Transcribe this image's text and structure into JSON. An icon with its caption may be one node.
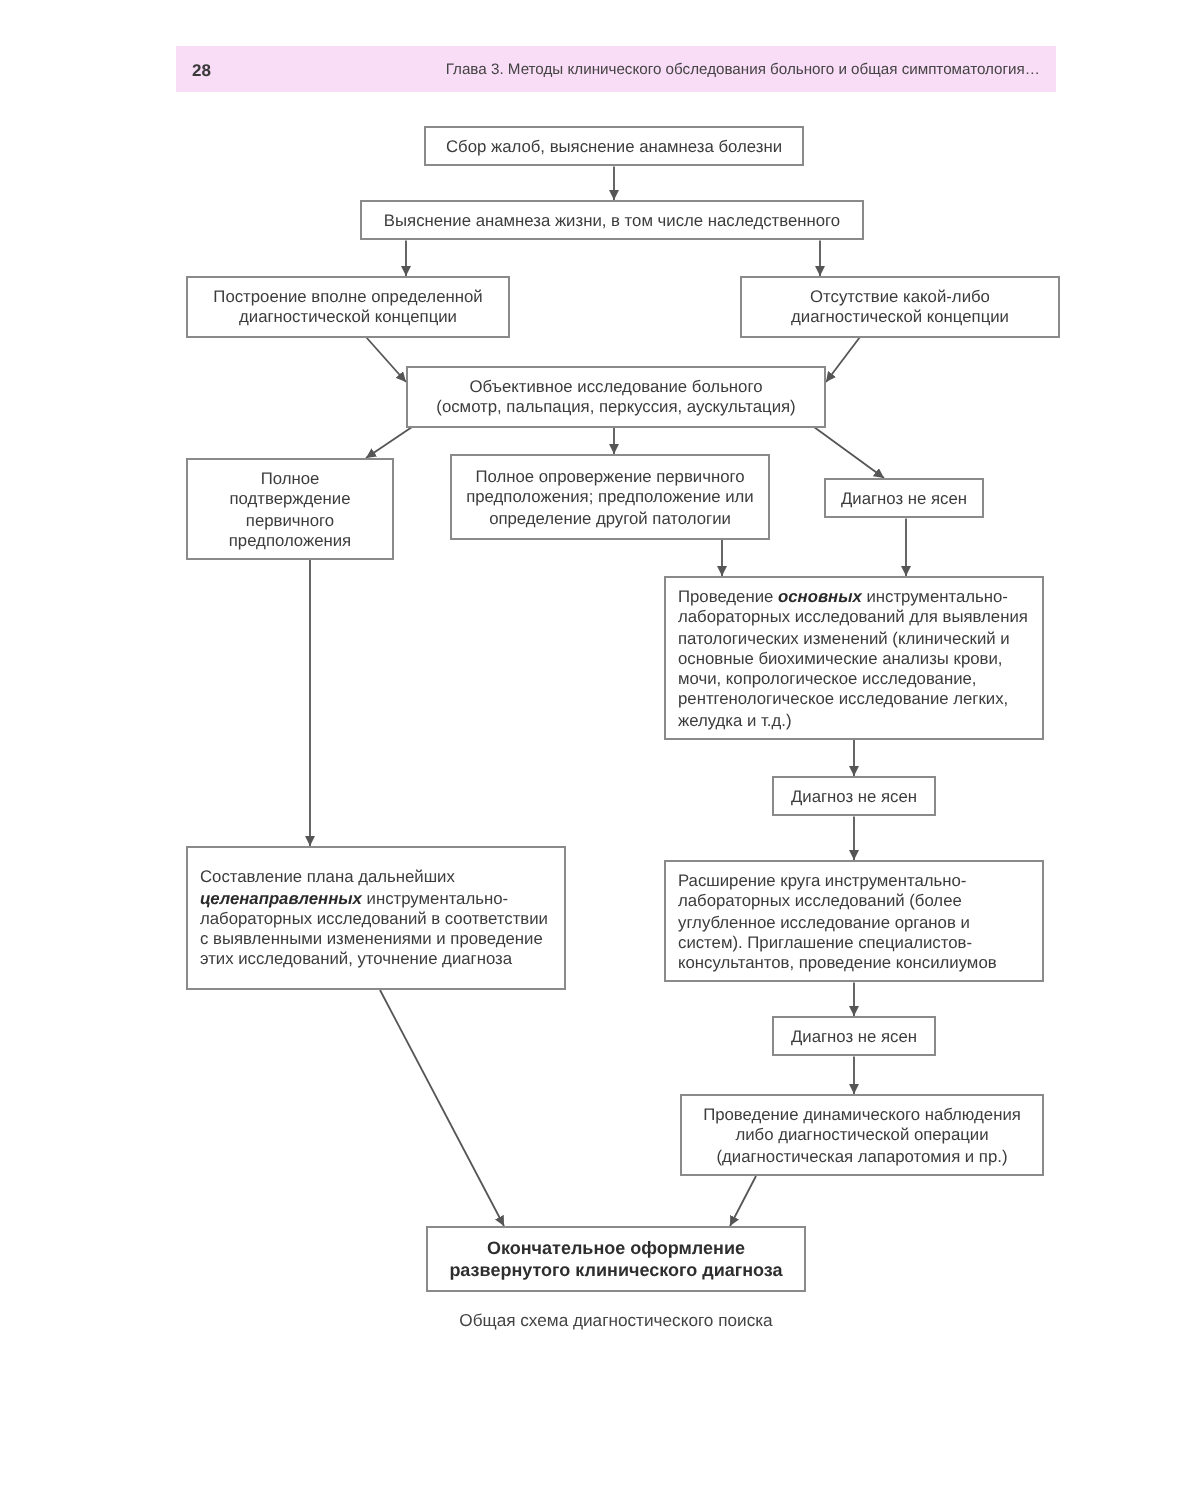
{
  "diagram": {
    "caption": "Общая схема диагностического поиска",
    "nodes": [
      {
        "text": [
          "Сбор жалоб, выяснение анамнеза болезни"
        ]
      },
      {
        "text": [
          "Выяснение анамнеза жизни, в том числе наследственного"
        ]
      },
      {
        "text": [
          "Построение вполне определенной диагностической концепции"
        ]
      },
      {
        "text": [
          "Отсутствие какой-либо диагностической концепции"
        ]
      },
      {
        "text": [
          "Объективное исследование больного",
          "(осмотр, пальпация, перкуссия, аускультация)"
        ]
      },
      {
        "text": [
          "Полное подтверждение первичного предположения"
        ]
      },
      {
        "text": [
          "Полное опровержение первичного предположения; предположение или определение другой патологии"
        ]
      },
      {
        "text": [
          "Диагноз не ясен"
        ]
      },
      {
        "text": [
          "Проведение **основных** инструментально-лабораторных исследований для выявления патологических изменений (клинический и основные биохимические анализы крови, мочи, копрологическое исследование, рентгенологическое исследование легких, желудка и т.д.)"
        ]
      },
      {
        "text": [
          "Диагноз не ясен"
        ]
      },
      {
        "text": [
          "Составление плана дальнейших **целенаправленных** инструментально-лабораторных исследований в соответствии с выявленными изменениями и проведение этих исследований, уточнение диагноза"
        ]
      },
      {
        "text": [
          "Расширение круга инструментально-лабораторных исследований (более углубленное исследование органов и систем). Приглашение специалистов-консультантов, проведение консилиумов"
        ]
      },
      {
        "text": [
          "Диагноз не ясен"
        ]
      },
      {
        "text": [
          "Проведение динамического наблюдения либо диагностической операции (диагностическая лапаротомия и пр.)"
        ]
      },
      {
        "text": [
          "Окончательное оформление развернутого клинического диагноза"
        ]
      }
    ],
    "edges": [
      {
        "from": 0,
        "to": 1,
        "arrow": "to"
      },
      {
        "from": 1,
        "to": 2,
        "arrow": "to"
      },
      {
        "from": 1,
        "to": 3,
        "arrow": "to"
      },
      {
        "from": 2,
        "to": 4,
        "arrow": "to"
      },
      {
        "from": 3,
        "to": 4,
        "arrow": "to"
      },
      {
        "from": 4,
        "to": 5,
        "arrow": "to"
      },
      {
        "from": 4,
        "to": 6,
        "arrow": "to"
      },
      {
        "from": 4,
        "to": 7,
        "arrow": "to"
      },
      {
        "from": 6,
        "to": 8,
        "arrow": "to"
      },
      {
        "from": 7,
        "to": 8,
        "arrow": "to"
      },
      {
        "from": 5,
        "to": 10,
        "arrow": "to"
      },
      {
        "from": 8,
        "to": 9,
        "arrow": "to"
      },
      {
        "from": 9,
        "to": 11,
        "arrow": "to"
      },
      {
        "from": 11,
        "to": 12,
        "arrow": "to"
      },
      {
        "from": 12,
        "to": 13,
        "arrow": "to"
      },
      {
        "from": 10,
        "to": 14,
        "arrow": "to"
      },
      {
        "from": 13,
        "to": 14,
        "arrow": "to"
      }
    ],
    "labels": [
      "28",
      "Глава 3. Методы клинического обследования больного и общая симптоматология…"
    ]
  }
}
